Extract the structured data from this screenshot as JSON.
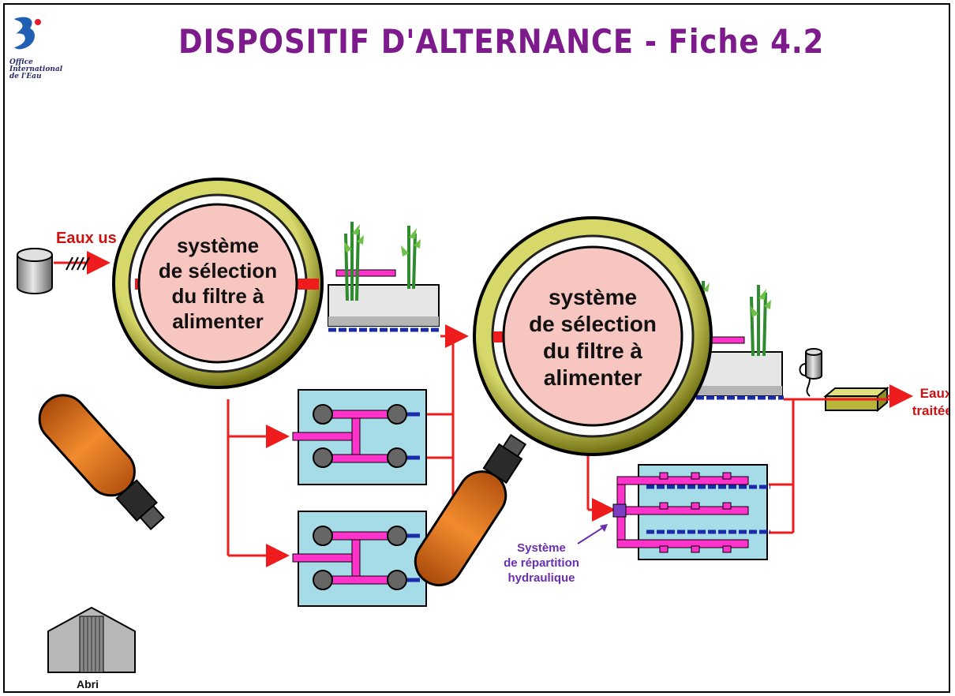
{
  "header": {
    "title": "DISPOSITIF D'ALTERNANCE - Fiche 4.2",
    "logo_text": [
      "Office",
      "International",
      "de l'Eau"
    ]
  },
  "labels": {
    "inlet": "Eaux us",
    "outlet_line1": "Eaux",
    "outlet_line2": "traitées",
    "shelter": "Abri",
    "hydraulic_line1": "Système",
    "hydraulic_line2": "de répartition",
    "hydraulic_line3": "hydraulique"
  },
  "magnifiers": [
    {
      "lines": [
        "système",
        "de sélection",
        "du filtre à",
        "alimenter"
      ]
    },
    {
      "lines": [
        "système",
        "de sélection",
        "du filtre à",
        "alimenter"
      ]
    }
  ],
  "colors": {
    "title": "#7d1b8c",
    "flow": "#ee1c1c",
    "pipe": "#ff33cc",
    "filter_tank": "#a6dbe8",
    "lens_glass": "#f7c6c0",
    "lens_ring": "#9a9a1a",
    "handle": "#e8731a",
    "drain": "#1a2aa8"
  }
}
